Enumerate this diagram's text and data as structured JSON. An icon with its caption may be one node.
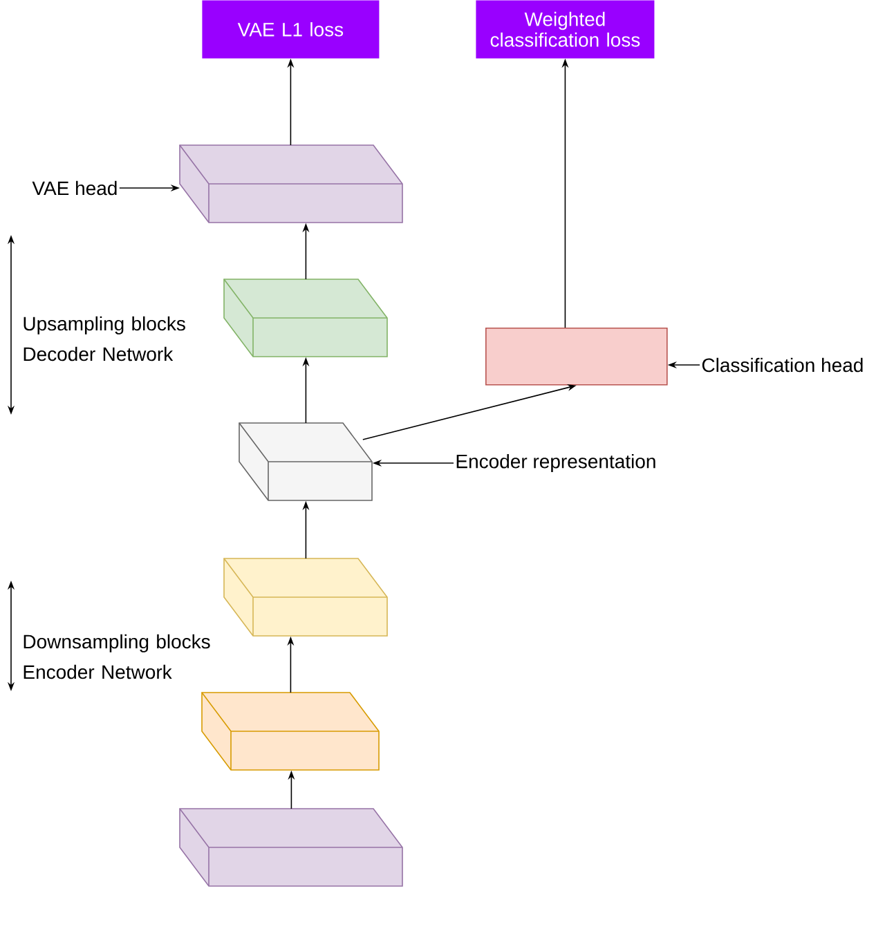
{
  "diagram": {
    "nodes": [
      {
        "text": [
          "VAE L1 loss"
        ]
      },
      {
        "text": [
          "Weighted classification loss"
        ]
      },
      {
        "text": [
          "VAE head"
        ]
      },
      {
        "text": [],
        "shape": "cuboid"
      },
      {
        "text": [],
        "shape": "cuboid"
      },
      {
        "text": [],
        "shape": "box"
      },
      {
        "text": [
          "Classification head"
        ]
      },
      {
        "text": [],
        "shape": "cuboid"
      },
      {
        "text": [
          "Encoder representation"
        ]
      },
      {
        "text": [],
        "shape": "cuboid"
      },
      {
        "text": [],
        "shape": "cuboid"
      },
      {
        "text": [],
        "shape": "cuboid"
      }
    ],
    "edges": [
      {
        "from": 3,
        "to": 0,
        "arrow": "to"
      },
      {
        "from": 5,
        "to": 1,
        "arrow": "to"
      },
      {
        "from": 2,
        "to": 3,
        "arrow": "to"
      },
      {
        "from": 4,
        "to": 3,
        "arrow": "to"
      },
      {
        "from": 6,
        "to": 5,
        "arrow": "to"
      },
      {
        "from": 7,
        "to": 4,
        "arrow": "to"
      },
      {
        "from": 7,
        "to": 5,
        "arrow": "to"
      },
      {
        "from": 8,
        "to": 7,
        "arrow": "to"
      },
      {
        "from": 9,
        "to": 7,
        "arrow": "to"
      },
      {
        "from": 10,
        "to": 9,
        "arrow": "to"
      },
      {
        "from": 11,
        "to": 10,
        "arrow": "to"
      }
    ],
    "labels": [
      "Upsampling blocks Decoder Network",
      "Downsampling blocks Encoder Network"
    ]
  }
}
